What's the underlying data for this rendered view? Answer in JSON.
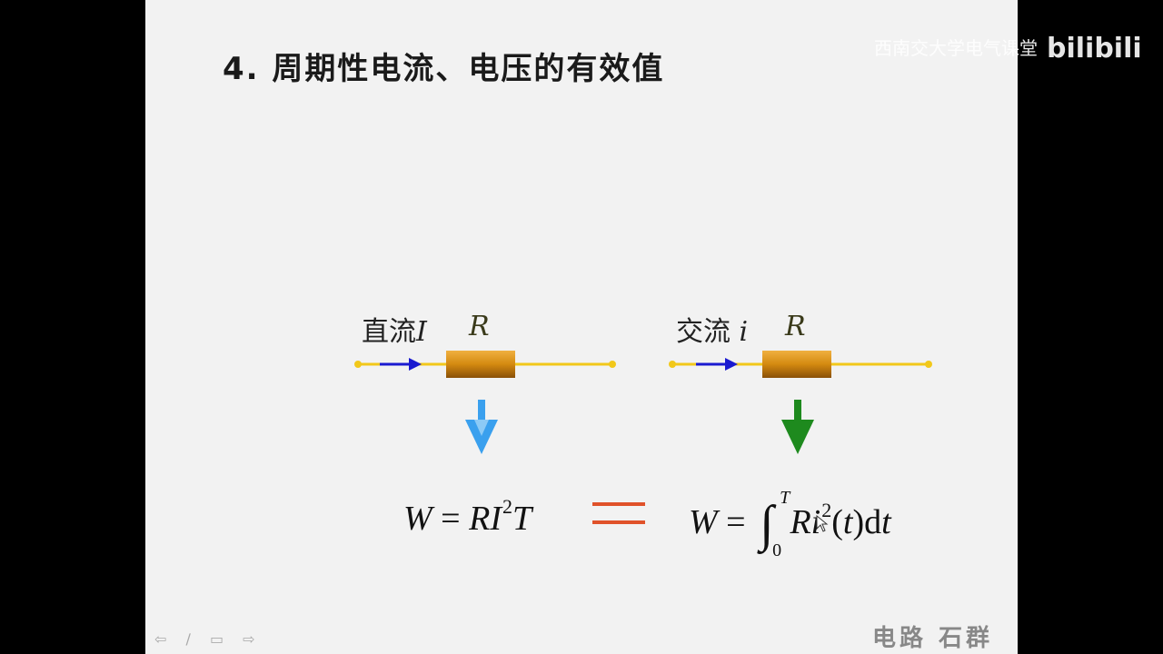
{
  "slide": {
    "title": "4.  周期性电流、电压的有效值",
    "dc": {
      "label": "直流",
      "symbol": "I",
      "resistor": "R"
    },
    "ac": {
      "label": "交流 ",
      "symbol": "i",
      "resistor": "R"
    },
    "formula_left": {
      "w": "W",
      "eq": " = ",
      "r": "R",
      "i": "I",
      "exp": "2",
      "t": "T"
    },
    "formula_right": {
      "w": "W",
      "eq": " = ",
      "upper": "T",
      "lower": "0",
      "r": "R",
      "i": "i",
      "exp": "2",
      "paren": "(",
      "t": "t",
      "close": ")d",
      "dt": "t"
    },
    "author": "电路  石群",
    "nav": "⇦ ∕ ▭ ⇨"
  },
  "overlay": {
    "watermark": "西南交大学电气课堂",
    "logo": "bilibili"
  },
  "colors": {
    "wire": "#f2c81a",
    "resistor": "#d48a10",
    "current_arrow": "#1a1ad0",
    "dc_down_arrow": "#3aa0ee",
    "ac_down_arrow": "#1e8a1e",
    "equal_bars": "#e0522a"
  }
}
